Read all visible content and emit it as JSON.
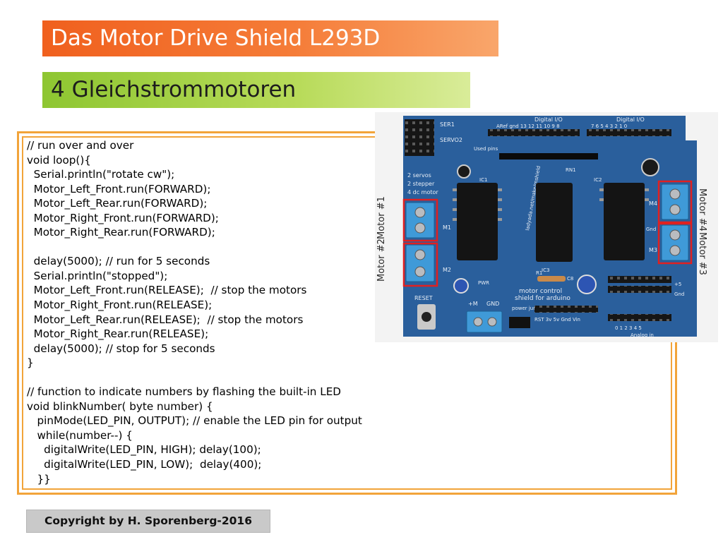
{
  "slide": {
    "title": "Das Motor Drive Shield L293D",
    "subtitle": "4 Gleichstrommotoren",
    "code_lines": [
      "// run over and over",
      "void loop(){",
      "  Serial.println(\"rotate cw\");",
      "  Motor_Left_Front.run(FORWARD);",
      "  Motor_Left_Rear.run(FORWARD);",
      "  Motor_Right_Front.run(FORWARD);",
      "  Motor_Right_Rear.run(FORWARD);",
      "",
      "  delay(5000); // run for 5 seconds",
      "  Serial.println(\"stopped\");",
      "  Motor_Left_Front.run(RELEASE);  // stop the motors",
      "  Motor_Right_Front.run(RELEASE);",
      "  Motor_Left_Rear.run(RELEASE);  // stop the motors",
      "  Motor_Right_Rear.run(RELEASE);",
      "  delay(5000); // stop for 5 seconds",
      "}",
      "",
      "// function to indicate numbers by flashing the built-in LED",
      "void blinkNumber( byte number) {",
      "   pinMode(LED_PIN, OUTPUT); // enable the LED pin for output",
      "   while(number--) {",
      "     digitalWrite(LED_PIN, HIGH); delay(100);",
      "     digitalWrite(LED_PIN, LOW);  delay(400);",
      "   }}"
    ],
    "copyright": "Copyright by H. Sporenberg-2016"
  },
  "board": {
    "motor_labels": {
      "m1": "Motor #1",
      "m2": "Motor #2",
      "m3": "Motor #3",
      "m4": "Motor #4"
    },
    "silk": {
      "digital_io": "Digital I/O",
      "ser1": "SER1",
      "servo2": "SERVO2",
      "used_pins": "Used pins",
      "aref_row": "ARef gnd 13 12 11 10 9 8",
      "digital_row": "7 6 5 4 3 2 1 0",
      "servo_info": [
        "2 servos",
        "2 stepper",
        "4 dc motor"
      ],
      "ic1": "IC1",
      "ic2": "IC2",
      "ic3": "IC3",
      "rn1": "RN1",
      "url": "ladyada.net/make/mshield",
      "m1": "M1",
      "m2": "M2",
      "m3": "M3",
      "m4": "M4",
      "gnd": "Gnd",
      "pwr": "PWR",
      "r1": "R1",
      "c8": "C8",
      "title1": "motor control",
      "title2": "shield for arduino",
      "reset": "RESET",
      "plus_m": "+M",
      "gnd2": "GND",
      "power_jumper": "power jumper",
      "power_row": "RST 3v 5v Gnd Vin",
      "analog_row": "0 1 2 3 4 5",
      "analog_in": "Analog in",
      "plus5": "+5",
      "gnd3": "Gnd"
    },
    "colors": {
      "pcb": "#2a5f9c",
      "terminal": "#3f9ad8",
      "highlight": "#e02020"
    }
  }
}
